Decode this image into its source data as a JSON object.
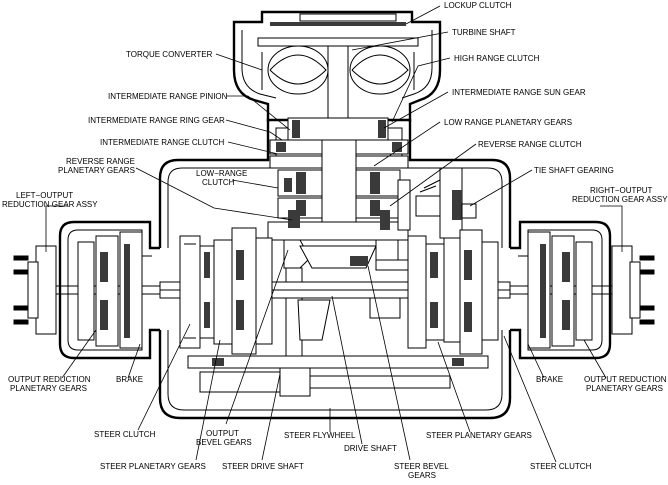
{
  "diagram": {
    "labels": {
      "lockup_clutch": "LOCKUP CLUTCH",
      "turbine_shaft": "TURBINE SHAFT",
      "torque_converter": "TORQUE CONVERTER",
      "high_range_clutch": "HIGH RANGE CLUTCH",
      "intermediate_range_pinion": "INTERMEDIATE RANGE PINION",
      "intermediate_range_sun_gear": "INTERMEDIATE RANGE SUN GEAR",
      "intermediate_range_ring_gear": "INTERMEDIATE RANGE RING GEAR",
      "low_range_planetary_gears": "LOW RANGE PLANETARY GEARS",
      "intermediate_range_clutch": "INTERMEDIATE RANGE CLUTCH",
      "reverse_range_clutch": "REVERSE RANGE CLUTCH",
      "reverse_range_planetary_gears_1": "REVERSE RANGE",
      "reverse_range_planetary_gears_2": "PLANETARY GEARS",
      "tie_shaft_gearing": "TIE SHAFT GEARING",
      "low_range_clutch_1": "LOW−RANGE",
      "low_range_clutch_2": "CLUTCH",
      "left_output_reduction_1": "LEFT−OUTPUT",
      "left_output_reduction_2": "REDUCTION GEAR ASSY",
      "right_output_reduction_1": "RIGHT−OUTPUT",
      "right_output_reduction_2": "REDUCTION GEAR ASSY",
      "output_reduction_planetary_left_1": "OUTPUT REDUCTION",
      "output_reduction_planetary_left_2": "PLANETARY GEARS",
      "brake_left": "BRAKE",
      "brake_right": "BRAKE",
      "output_reduction_planetary_right_1": "OUTPUT REDUCTION",
      "output_reduction_planetary_right_2": "PLANETARY GEARS",
      "steer_clutch_left": "STEER CLUTCH",
      "output_bevel_gears_1": "OUTPUT",
      "output_bevel_gears_2": "BEVEL GEARS",
      "steer_flywheel": "STEER FLYWHEEL",
      "steer_planetary_gears_right": "STEER PLANETARY GEARS",
      "drive_shaft": "DRIVE SHAFT",
      "steer_planetary_gears_left": "STEER PLANETARY GEARS",
      "steer_drive_shaft": "STEER DRIVE SHAFT",
      "steer_bevel_gears_1": "STEER BEVEL",
      "steer_bevel_gears_2": "GEARS",
      "steer_clutch_right": "STEER CLUTCH"
    }
  }
}
